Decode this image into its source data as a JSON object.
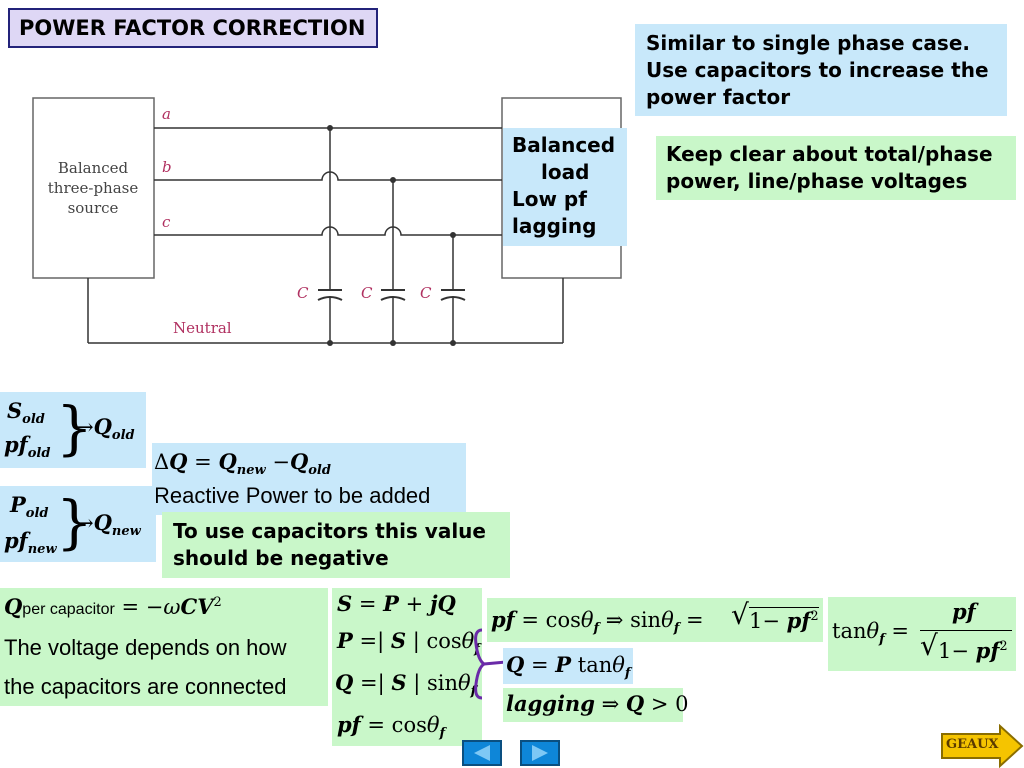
{
  "title": "POWER FACTOR CORRECTION",
  "notes": {
    "similar": [
      "Similar to single phase case.",
      "Use capacitors to increase the",
      "power factor"
    ],
    "keep_clear": [
      "Keep clear about total/phase",
      "power, line/phase voltages"
    ],
    "load": [
      "Balanced",
      "load",
      "Low pf",
      "lagging"
    ],
    "negative": [
      "To use capacitors this value",
      "should be negative"
    ]
  },
  "diagram": {
    "source_label": [
      "Balanced",
      "three-phase",
      "source"
    ],
    "phase_a": "a",
    "phase_b": "b",
    "phase_c": "c",
    "cap_label": "C",
    "neutral": "Neutral"
  },
  "equations": {
    "reactive_caption": "Reactive Power to be added",
    "per_cap_sub": "per capacitor",
    "voltage_line1": "The voltage depends on how",
    "voltage_line2": "the capacitors are connected"
  },
  "nav": {
    "prev": "previous-slide",
    "next": "next-slide",
    "geaux": "GEAUX"
  },
  "colors": {
    "title_fill": "#ded7f5",
    "title_border": "#23237a",
    "note_blue": "#c8e8fa",
    "note_green": "#c9f7c9",
    "nav_blue": "#0e86d8",
    "geaux_yellow": "#f5c400"
  }
}
